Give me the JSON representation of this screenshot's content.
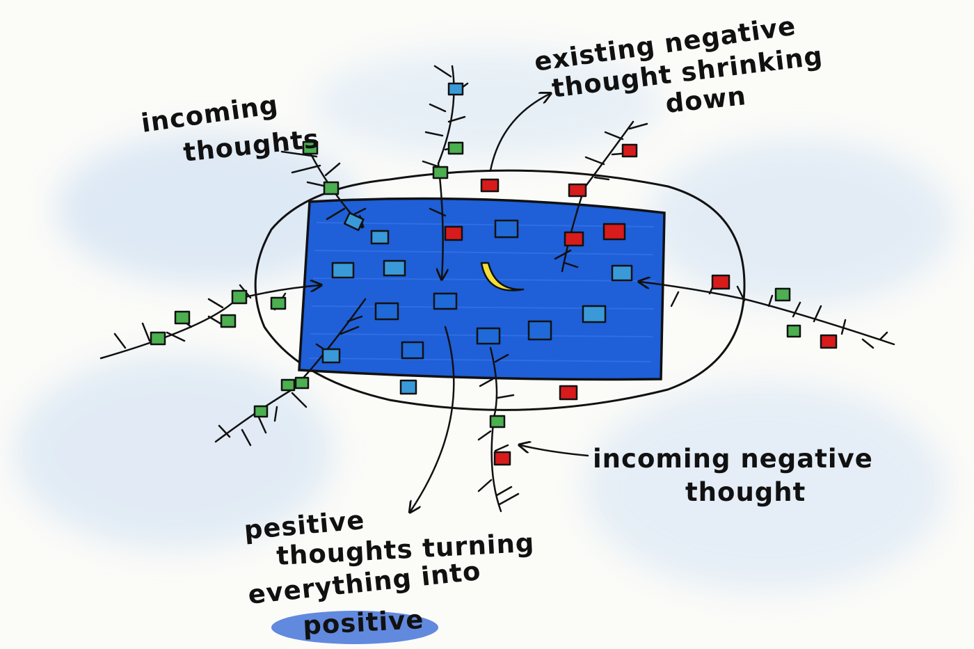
{
  "labels": {
    "incoming_thoughts": [
      "incoming",
      "thoughts"
    ],
    "existing_negative": [
      "existing negative",
      "thought shrinking",
      "down"
    ],
    "incoming_negative": [
      "incoming negative",
      "thought"
    ],
    "positive": [
      "pesitive",
      "thoughts turning",
      "everything into",
      "positive"
    ]
  },
  "colors": {
    "paper": "#fbfbf8",
    "pool_blue": "#1f5fd8",
    "positive_thought": "#4caf50",
    "negative_thought": "#d81b1b",
    "absorbed_thought": "#3a9ad9",
    "banana": "#f3de3a",
    "ink": "#111111"
  },
  "icons": {
    "center": "banana-moon-icon"
  }
}
